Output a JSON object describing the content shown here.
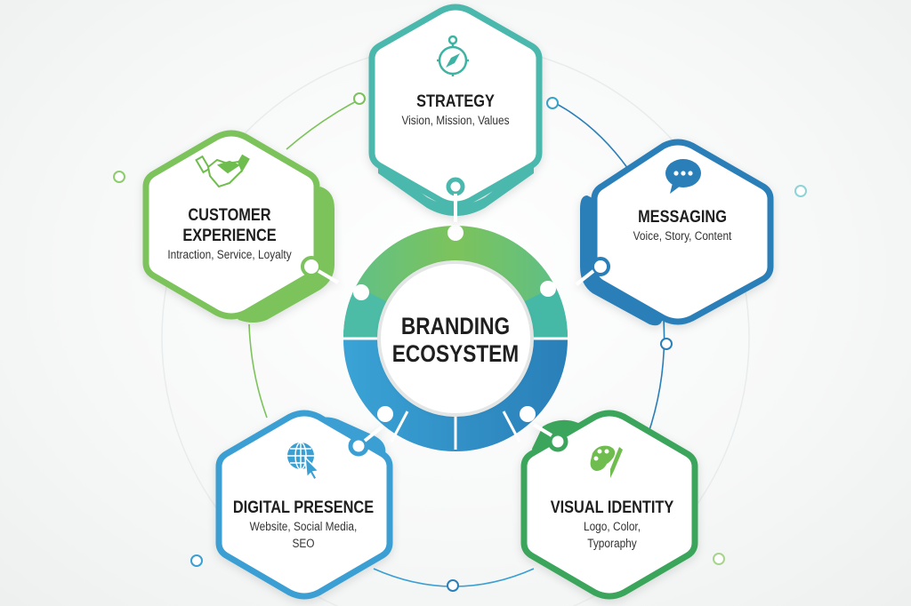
{
  "center": {
    "line1": "BRANDING",
    "line2": "ECOSYSTEM"
  },
  "nodes": [
    {
      "id": "strategy",
      "title": "STRATEGY",
      "subtitle": "Vision, Mission, Values",
      "icon": "compass-icon",
      "color": "#4bb8ad"
    },
    {
      "id": "messaging",
      "title": "MESSAGING",
      "subtitle": "Voice, Story, Content",
      "icon": "speech-bubble-icon",
      "color": "#2a7fb8"
    },
    {
      "id": "visual-identity",
      "title": "VISUAL IDENTITY",
      "subtitle_line1": "Logo, Color,",
      "subtitle_line2": "Typoraphy",
      "icon": "palette-brush-icon",
      "color": "#3aa55c"
    },
    {
      "id": "digital-presence",
      "title": "DIGITAL PRESENCE",
      "subtitle_line1": "Website, Social Media,",
      "subtitle_line2": "SEO",
      "icon": "globe-cursor-icon",
      "color": "#3a9fd3"
    },
    {
      "id": "customer-experience",
      "title_line1": "CUSTOMER",
      "title_line2": "EXPERIENCE",
      "subtitle": "Intraction, Service, Loyalty",
      "icon": "handshake-icon",
      "color": "#7cc35b"
    }
  ],
  "colors": {
    "ring_green": "#7cc35b",
    "ring_teal": "#45b9a6",
    "ring_blue": "#3a9fd3",
    "ring_dark_blue": "#2a7fb8",
    "text": "#1e1e1e"
  }
}
